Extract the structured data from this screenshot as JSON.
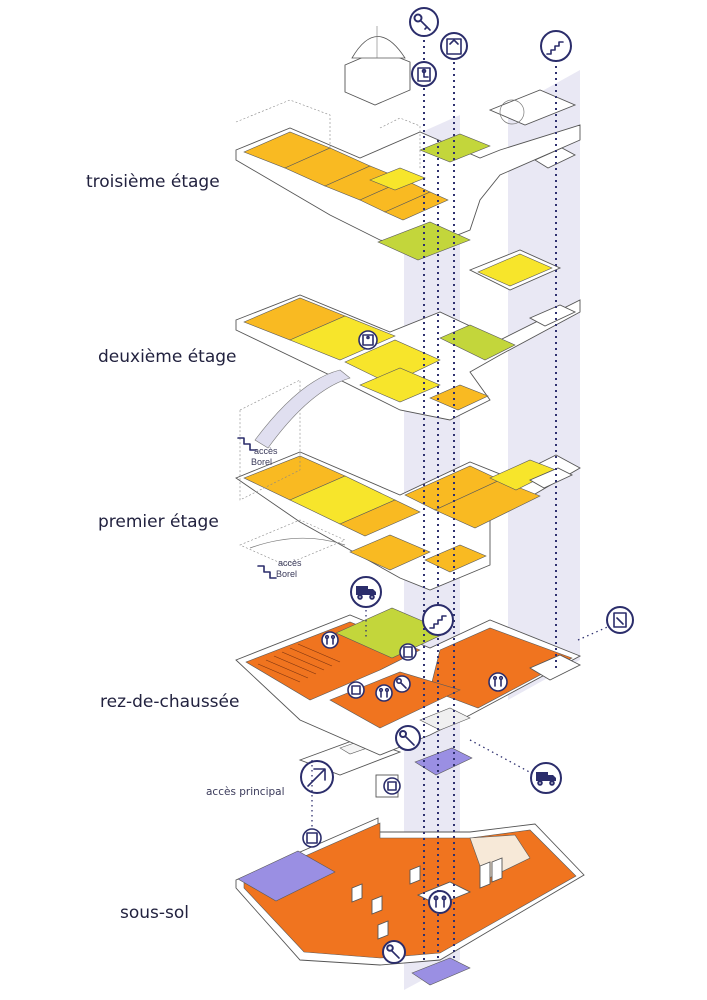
{
  "floors": {
    "third": "troisième étage",
    "second": "deuxième étage",
    "first": "premier étage",
    "ground": "rez-de-chaussée",
    "basement": "sous-sol"
  },
  "access": {
    "borel_label_1": "accès",
    "borel_label_2": "Borel",
    "main": "accès principal"
  },
  "icons": {
    "stairs": "stairs-icon",
    "elevator": "elevator-icon",
    "accessible_elevator": "accessible-elevator-icon",
    "key": "key-icon",
    "delivery": "delivery-truck-icon",
    "toilet": "toilet-icon",
    "fire_exit": "emergency-exit-icon",
    "entrance_arrow": "entrance-arrow-icon"
  },
  "colors": {
    "yellow": "#f7e52b",
    "light_orange": "#f9ba22",
    "green": "#c3d63b",
    "orange": "#f0741f",
    "purple": "#9a8fe3",
    "shaft": "#e5e4f2",
    "navy": "#2b2d6b"
  }
}
